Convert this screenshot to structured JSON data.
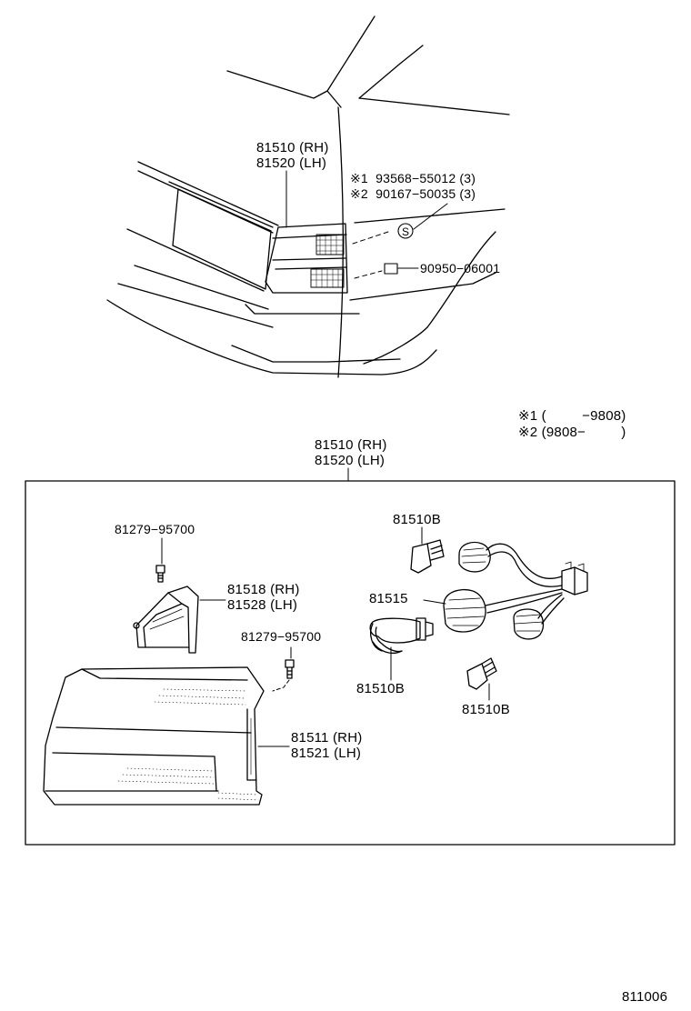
{
  "labels": {
    "top_rh": "81510 (RH)",
    "top_lh": "81520 (LH)",
    "note1_part": "※1  93568−55012 (3)",
    "note2_part": "※2  90167−50035 (3)",
    "clip_symbol": "S",
    "clip_part": "90950−06001",
    "range1": "※1 (         −9808)",
    "range2": "※2 (9808−         )",
    "box_rh": "81510 (RH)",
    "box_lh": "81520 (LH)",
    "screw_upper": "81279−95700",
    "cover_rh": "81518 (RH)",
    "cover_lh": "81528 (LH)",
    "screw_lower": "81279−95700",
    "bulb_top": "81510B",
    "socket": "81515",
    "bulb_mid": "81510B",
    "bulb_bottom": "81510B",
    "lens_rh": "81511 (RH)",
    "lens_lh": "81521 (LH)",
    "diagram_code": "811006"
  }
}
